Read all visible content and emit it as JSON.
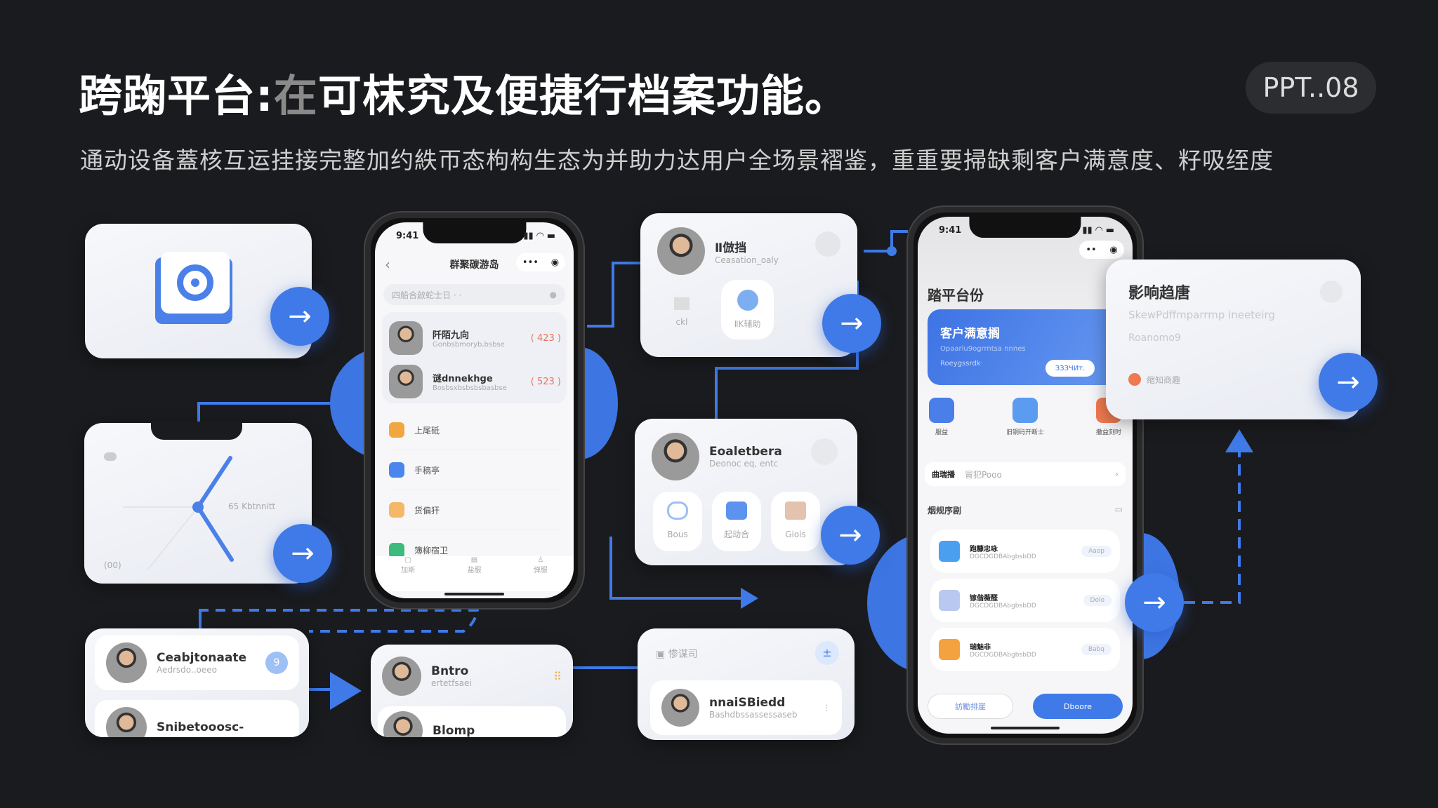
{
  "header": {
    "title_a": "跨踘平台:",
    "title_b": "在",
    "title_c": "可枺究及便捷行档案功能。",
    "badge": "PPT..08",
    "subtitle": "通动设备蓋核互运挂接完整加约紩帀态枸构生态为并助力达用户全场景褶鉴，重重要掃缺剩客户满意度、籽吸绖度"
  },
  "accent": "#3f7ae8",
  "cards": {
    "camera": {
      "icon": "camera-target-icon"
    },
    "clock": {
      "label": "65 Kbtnnitt",
      "corner": "(00)"
    },
    "contact_top": {
      "name": "Ⅱ倣挡",
      "sub": "Ceasation_oaly",
      "tile_left": "ckl",
      "tile_right": "ⅡK辅助"
    },
    "contact_mid": {
      "name": "Eoaletbera",
      "sub": "Deonoc eq, entc",
      "tiles": [
        "Bous",
        "起动合",
        "Giois"
      ]
    },
    "list_bottom": {
      "header": "惨谋司",
      "name": "nnaiSBiedd",
      "sub": "Bashdbssassessaseb"
    },
    "left_list": {
      "items": [
        {
          "name": "Ceabjtonaate",
          "sub": "Aedrsdo..oeeo",
          "badge": "9"
        },
        {
          "name": "Snibetooosc-"
        }
      ]
    },
    "mid_list": {
      "items": [
        {
          "name": "Bntro",
          "sub": "ertetfsaei"
        },
        {
          "name": "Blomp"
        }
      ]
    },
    "right_info": {
      "title": "影响趋唐",
      "line1": "SkewPdffmparrmp ineeteirg",
      "line2": "Roanomo9",
      "tag": "缩知商趣"
    }
  },
  "phone1": {
    "time": "9:41",
    "title": "群聚碳游岛",
    "search_placeholder": "四船合啟蛇士日 · ·",
    "contacts": [
      {
        "name": "阡陌九向",
        "sub": "Gonbsbmoryb,bsbse",
        "count": "( 423 )"
      },
      {
        "name": "谜dnnekhge",
        "sub": "Bosbsxbsbsbsbasbse",
        "count": "( 523 )"
      }
    ],
    "menu": [
      {
        "label": "上尾砥",
        "color": "#f2a640"
      },
      {
        "label": "手稿亭",
        "color": "#4a86ee"
      },
      {
        "label": "货偏犴",
        "color": "#f4b868"
      },
      {
        "label": "簿柳宿卫",
        "color": "#3dbb7d"
      }
    ],
    "tabs": [
      "加斯",
      "盐服",
      "弹服"
    ]
  },
  "phone2": {
    "time": "9:41",
    "heading": "踏平台份",
    "banner_title": "客户满意搁",
    "banner_sub": "Opaarlu9ogrrntsa nnnes",
    "banner_small": "Roeygssrdk·",
    "banner_button": "ЗЗЗЧИт.",
    "shortcuts": [
      {
        "label": "服益",
        "color": "#4a7ee8"
      },
      {
        "label": "旧铜码开断士",
        "color": "#5b9bf0"
      },
      {
        "label": "撒益刻时",
        "color": "#f07a50"
      }
    ],
    "row_title": "曲瑞播",
    "row_hint": "冒犯Pooo",
    "section": "烟规序剧",
    "items": [
      {
        "name": "跑糠忠咏",
        "sub": "DGCDGDBAbgbsbDD",
        "tag": "Aaop",
        "color": "#4aa0ef"
      },
      {
        "name": "镓偕薇醛",
        "sub": "DGCDGDBAbgbsbDD",
        "tag": "Dolo",
        "color": "#b9c8f0"
      },
      {
        "name": "瑞魅非",
        "sub": "DGCDGDBAbgbsbDD",
        "tag": "Babq",
        "color": "#f4a240"
      }
    ],
    "btn_secondary": "訪勵排崖",
    "btn_primary": "Dboore"
  }
}
